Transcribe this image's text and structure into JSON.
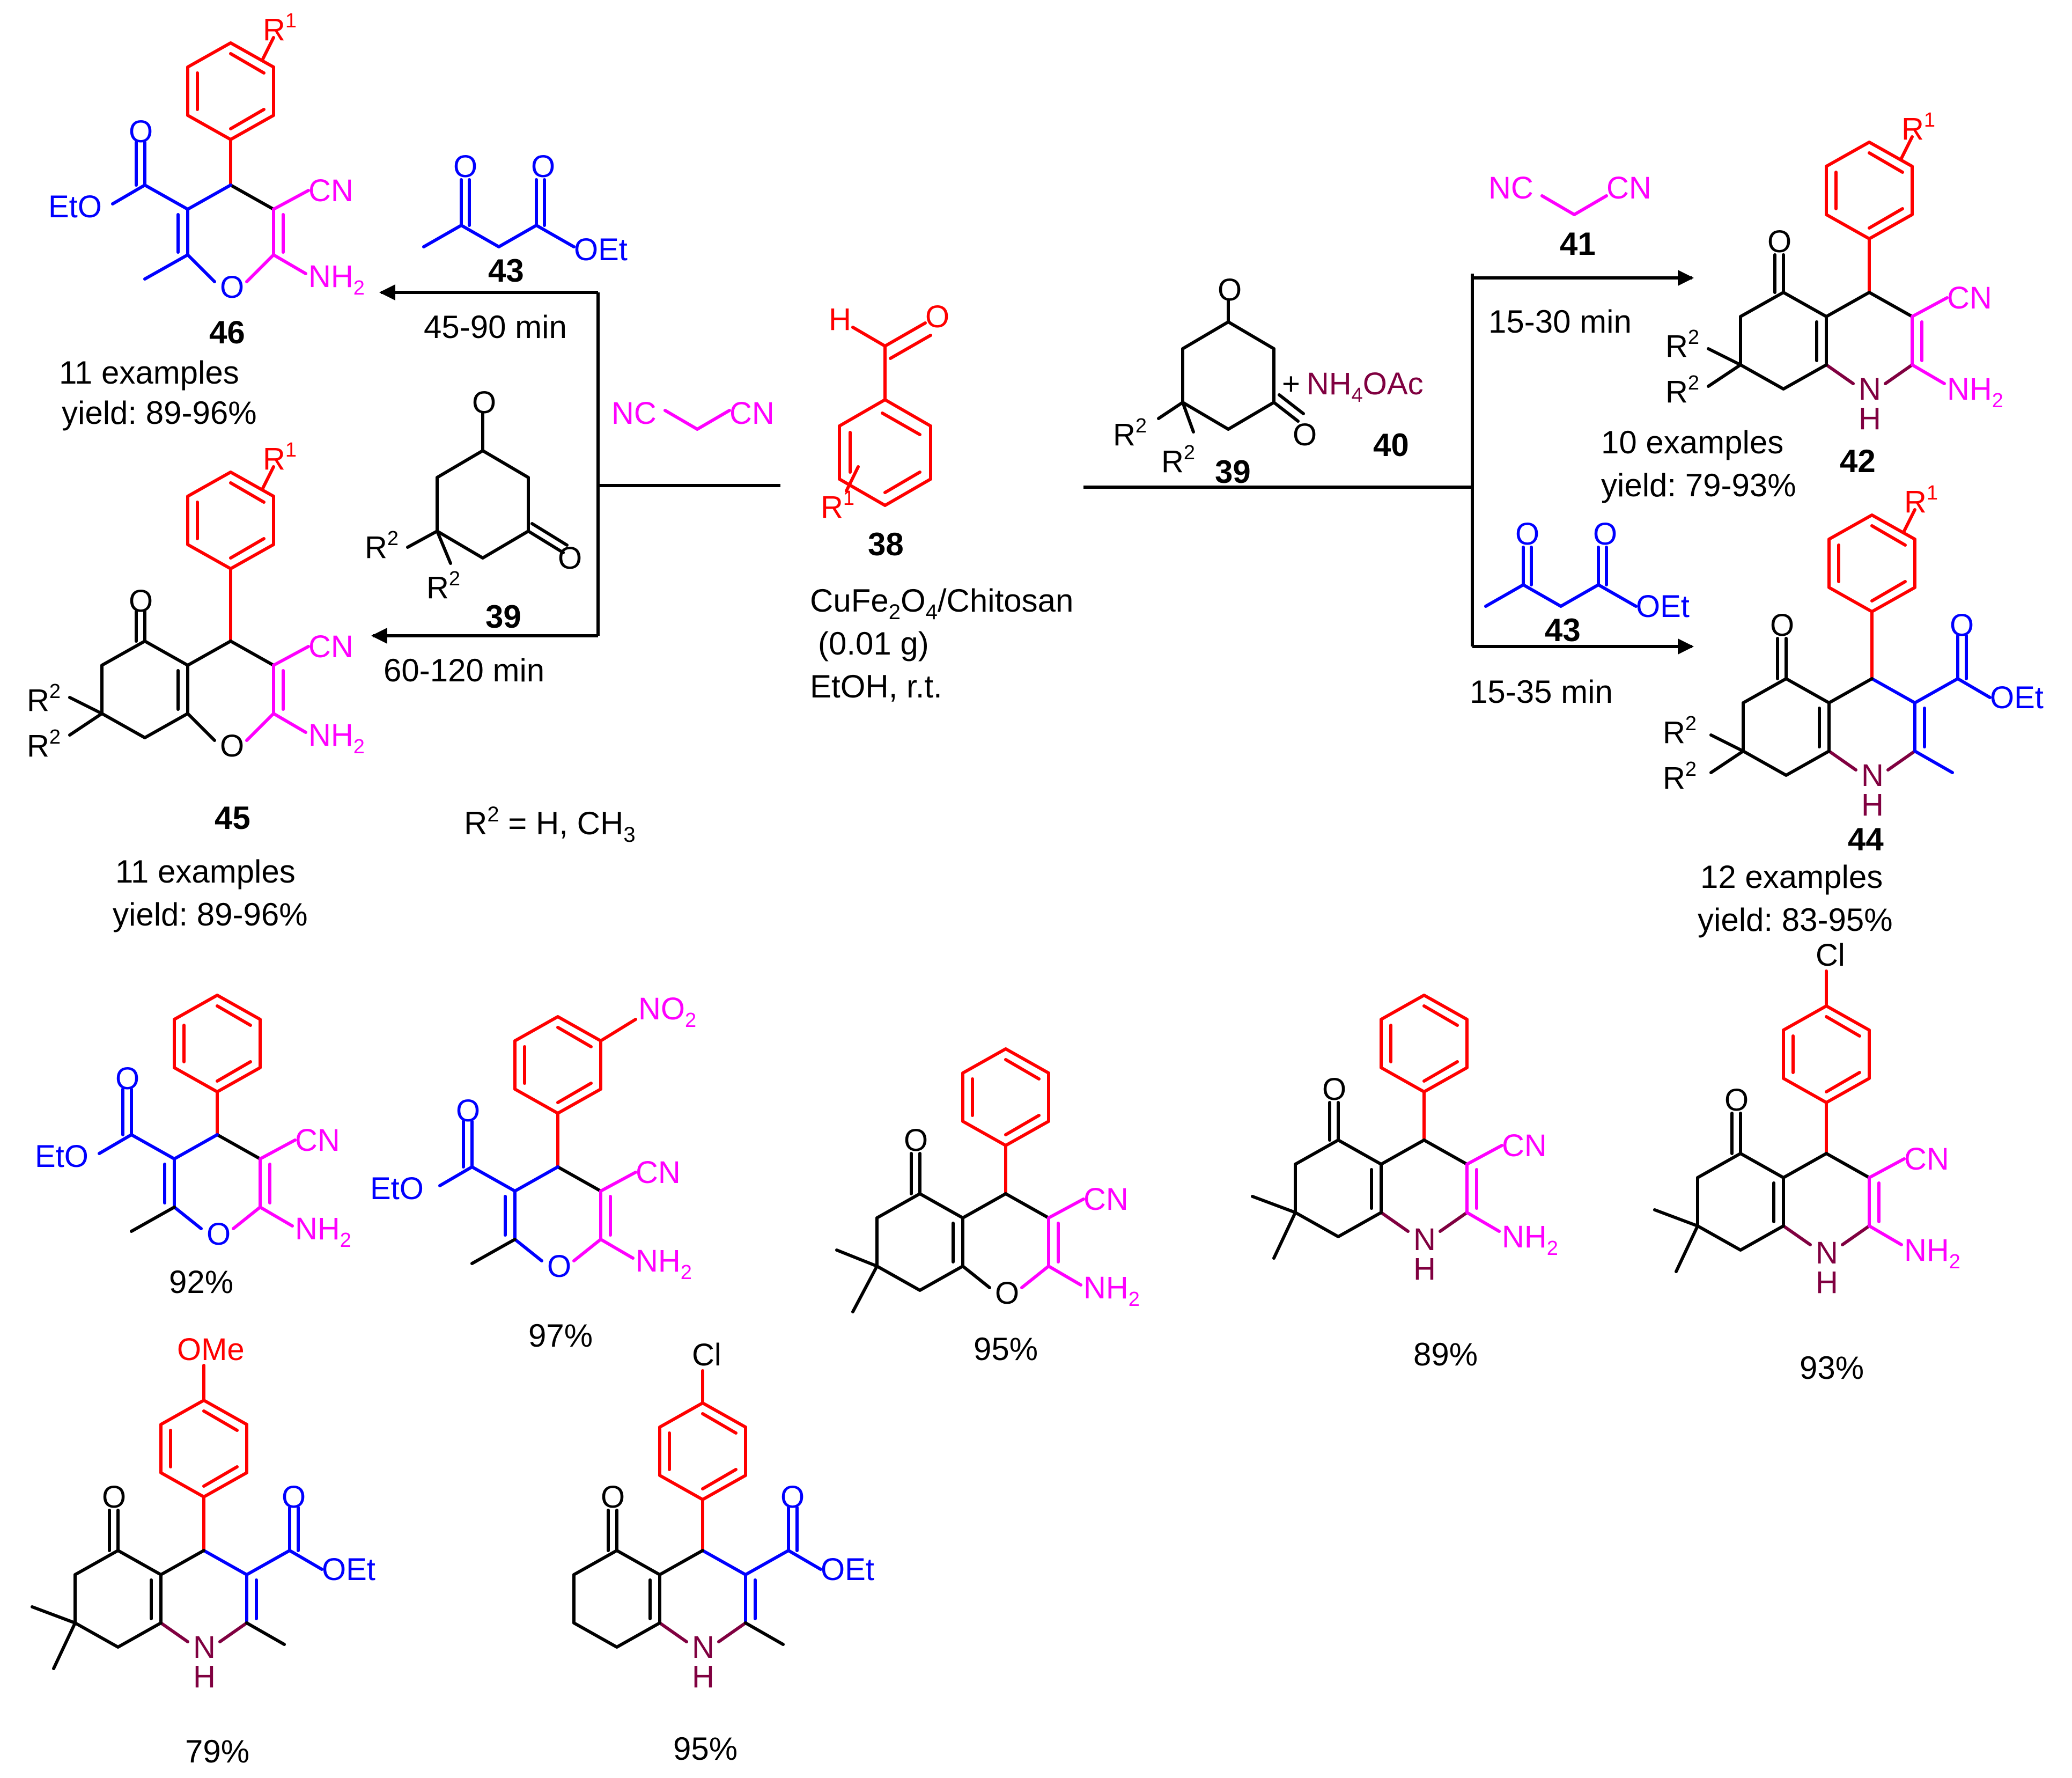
{
  "colors": {
    "black": "#000000",
    "red": "#ff0000",
    "blue": "#0000ff",
    "magenta": "#ff00ff",
    "maroon": "#800040"
  },
  "atoms": {
    "CN": "CN",
    "NC": "NC",
    "NH": "NH",
    "sub2": "2",
    "sub3": "3",
    "sub4": "4",
    "O": "O",
    "OEt": "OEt",
    "EtO": "EtO",
    "H": "H",
    "N": "N",
    "R": "R",
    "sup1": "1",
    "sup2": "2",
    "Cl": "Cl",
    "OMe": "OMe",
    "NO": "NO",
    "plus": "+",
    "OAc": "OAc"
  },
  "compound_numbers": {
    "c38": "38",
    "c39": "39",
    "c40": "40",
    "c41": "41",
    "c42": "42",
    "c43": "43",
    "c44": "44",
    "c45": "45",
    "c46": "46"
  },
  "conditions": {
    "catalyst_a": "CuFe",
    "catalyst_b": "O",
    "catalyst_c": "/Chitosan",
    "amount": "(0.01 g)",
    "solvent": "EtOH, r.t.",
    "time_46": "45-90 min",
    "time_45": "60-120 min",
    "time_42": "15-30 min",
    "time_44": "15-35 min",
    "r2_def_a": "R",
    "r2_def_b": " = H, CH"
  },
  "summaries": {
    "ex46": "11 examples",
    "y46": "yield: 89-96%",
    "ex45": "11 examples",
    "y45": "yield: 89-96%",
    "ex42": "10 examples",
    "y42": "yield: 79-93%",
    "ex44": "12 examples",
    "y44": "yield: 83-95%"
  },
  "examples": {
    "e1": "92%",
    "e2": "97%",
    "e3": "95%",
    "e4": "89%",
    "e5": "93%",
    "e6": "79%",
    "e7": "95%"
  }
}
